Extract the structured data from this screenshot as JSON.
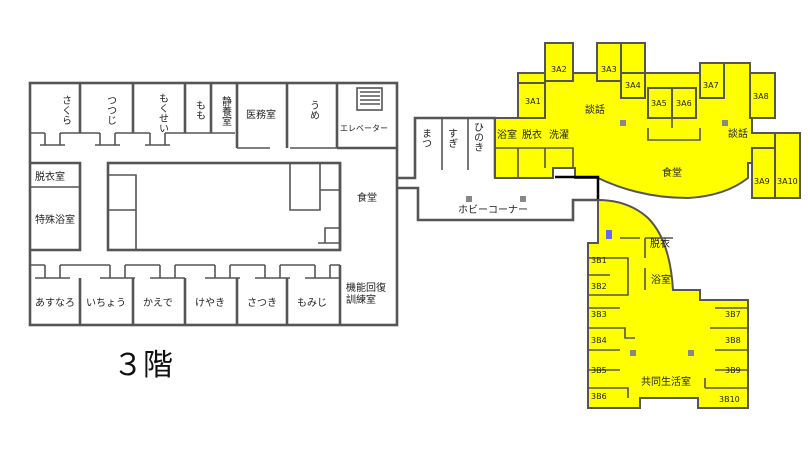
{
  "floor_label": "３階",
  "colors": {
    "unit": "#ffff00",
    "wall": "#555555",
    "background": "#ffffff",
    "marker": "#888888",
    "accent": "#000000"
  },
  "rooms_west": {
    "top": [
      "さくら",
      "つつじ",
      "もくせい",
      "もも",
      "静養室",
      "医務室",
      "うめ",
      "エレベーター"
    ],
    "left": [
      "脱衣室",
      "特殊浴室"
    ],
    "bottom": [
      "あすなろ",
      "いちょう",
      "かえで",
      "けやき",
      "さつき",
      "もみじ",
      "機能回復訓練室"
    ],
    "dining": "食堂"
  },
  "corridor": {
    "rooms": [
      "まつ",
      "すぎ",
      "ひのき"
    ],
    "hobby": "ホビーコーナー"
  },
  "unit_3a": {
    "rooms": [
      "3A1",
      "3A2",
      "3A3",
      "3A4",
      "3A5",
      "3A6",
      "3A7",
      "3A8",
      "3A9",
      "3A10"
    ],
    "bath": "浴室",
    "dressing": "脱衣",
    "laundry": "洗濯",
    "lounge1": "談話",
    "lounge2": "談話",
    "dining": "食堂"
  },
  "unit_3b": {
    "rooms": [
      "3B1",
      "3B2",
      "3B3",
      "3B4",
      "3B5",
      "3B6",
      "3B7",
      "3B8",
      "3B9",
      "3B10"
    ],
    "dressing": "脱衣",
    "bath": "浴室",
    "living": "共同生活室"
  }
}
